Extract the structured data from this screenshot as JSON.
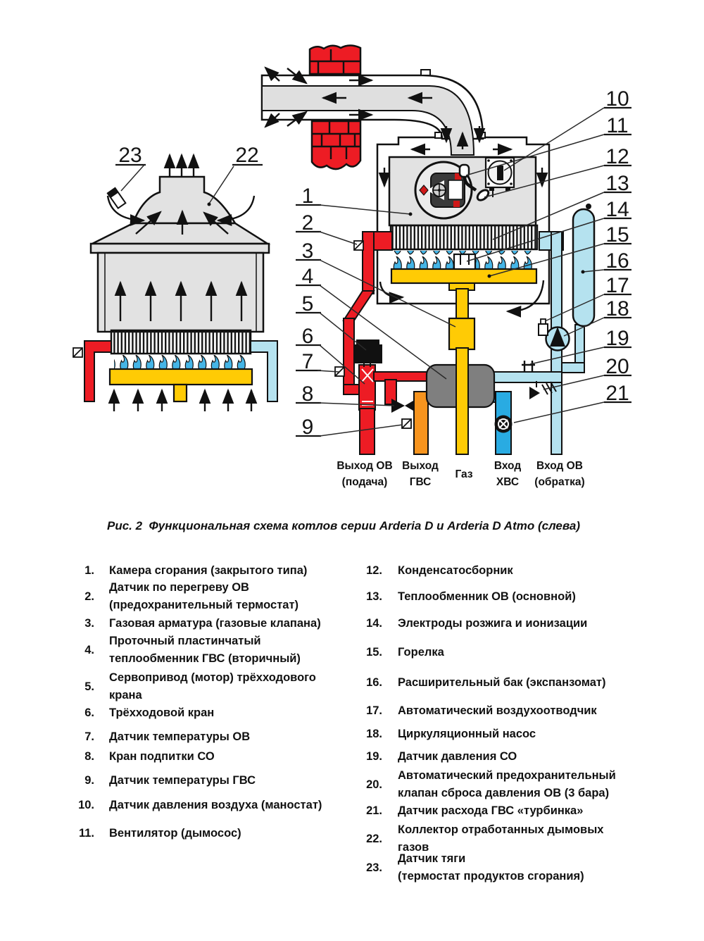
{
  "figure": {
    "caption": "Рис. 2  Функциональная схема котлов серии Arderia D и Arderia D Atmo (слева)"
  },
  "diagram": {
    "callouts": {
      "n1": "1",
      "n2": "2",
      "n3": "3",
      "n4": "4",
      "n5": "5",
      "n6": "6",
      "n7": "7",
      "n8": "8",
      "n9": "9",
      "n10": "10",
      "n11": "11",
      "n12": "12",
      "n13": "13",
      "n14": "14",
      "n15": "15",
      "n16": "16",
      "n17": "17",
      "n18": "18",
      "n19": "19",
      "n20": "20",
      "n21": "21",
      "n22": "22",
      "n23": "23"
    },
    "pipe_labels": [
      {
        "line1": "Выход ОВ",
        "line2": "(подача)"
      },
      {
        "line1": "Выход",
        "line2": "ГВС"
      },
      {
        "line1": "Газ",
        "line2": ""
      },
      {
        "line1": "Вход",
        "line2": "ХВС"
      },
      {
        "line1": "Вход ОВ",
        "line2": "(обратка)"
      }
    ],
    "colors": {
      "heating_supply": "#ed1c24",
      "dhw_out": "#f7941e",
      "gas": "#ffcb05",
      "cold_water": "#29abe2",
      "heating_return": "#b5e2ef",
      "flame": "#45b5e6",
      "brick": "#ed1c24"
    }
  },
  "legend": {
    "left": [
      {
        "num": "1.",
        "text": "Камера сгорания (закрытого типа)"
      },
      {
        "num": "2.",
        "text": "Датчик по перегреву ОВ\n(предохранительный термостат)"
      },
      {
        "num": "3.",
        "text": "Газовая арматура (газовые клапана)"
      },
      {
        "num": "4.",
        "text": "Проточный пластинчатый\nтеплообменник ГВС (вторичный)"
      },
      {
        "num": "5.",
        "text": "Сервопривод (мотор) трёхходового\nкрана"
      },
      {
        "num": "6.",
        "text": "Трёхходовой кран"
      },
      {
        "num": "7.",
        "text": "Датчик температуры ОВ"
      },
      {
        "num": "8.",
        "text": "Кран подпитки СО"
      },
      {
        "num": "9.",
        "text": "Датчик температуры ГВС"
      },
      {
        "num": "10.",
        "text": "Датчик давления воздуха (маностат)"
      },
      {
        "num": "11.",
        "text": "Вентилятор (дымосос)"
      }
    ],
    "right": [
      {
        "num": "12.",
        "text": "Конденсатосборник"
      },
      {
        "num": "13.",
        "text": "Теплообменник ОВ (основной)"
      },
      {
        "num": "14.",
        "text": "Электроды розжига и ионизации"
      },
      {
        "num": "15.",
        "text": "Горелка"
      },
      {
        "num": "16.",
        "text": "Расширительный бак (экспанзомат)"
      },
      {
        "num": "17.",
        "text": "Автоматический воздухоотводчик"
      },
      {
        "num": "18.",
        "text": "Циркуляционный насос"
      },
      {
        "num": "19.",
        "text": "Датчик давления СО"
      },
      {
        "num": "20.",
        "text": "Автоматический предохранительный\nклапан сброса давления ОВ (3 бара)"
      },
      {
        "num": "21.",
        "text": "Датчик расхода ГВС «турбинка»"
      },
      {
        "num": "22.",
        "text": "Коллектор отработанных дымовых\nгазов"
      },
      {
        "num": "23.",
        "text": "Датчик тяги\n(термостат продуктов сгорания)"
      }
    ]
  }
}
